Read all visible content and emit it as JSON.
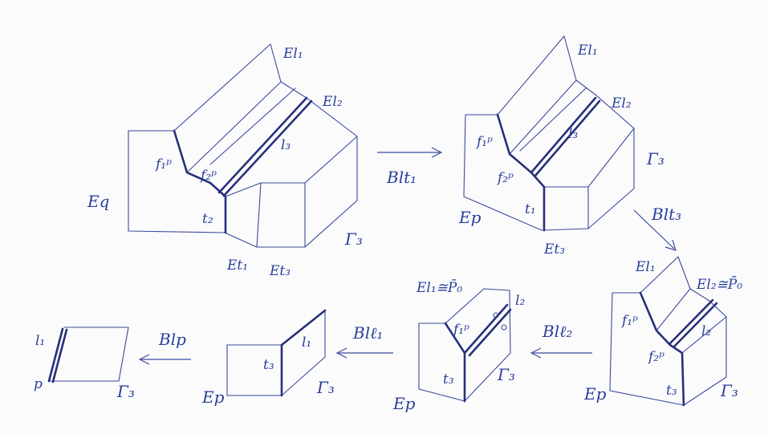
{
  "colors": {
    "ink": "#2a3f9a",
    "paper": "#fbfbfc"
  },
  "fig1": {
    "E_l1": "El₁",
    "E_l2": "El₂",
    "l3": "l₃",
    "f1": "f₁ᵖ",
    "f2": "f₂ᵖ",
    "Eq": "Eq",
    "t2": "t₂",
    "Et1": "Et₁",
    "Et3": "Et₃",
    "G3": "Γ₃"
  },
  "arrow1": {
    "label": "Blt₁"
  },
  "fig2": {
    "E_l1": "El₁",
    "E_l2": "El₂",
    "l3": "l₃",
    "f1": "f₁ᵖ",
    "f2": "f₂ᵖ",
    "G3": "Γ₃",
    "Ep": "Ep",
    "t1": "t₁",
    "Et3": "Et₃"
  },
  "arrow2": {
    "label": "Blt₃"
  },
  "fig3": {
    "E_l1": "El₁",
    "E_l2": "El₂≅P̄₀",
    "f1": "f₁ᵖ",
    "f2": "f₂ᵖ",
    "l2": "l₂",
    "Ep": "Ep",
    "t3": "t₃",
    "G3": "Γ₃"
  },
  "arrow3": {
    "label": "Blℓ₂"
  },
  "fig4": {
    "E_l1": "El₁≅P̄₀",
    "l2": "l₂",
    "f1": "f₁ᵖ",
    "t3": "t₃",
    "G3": "Γ₃",
    "Ep": "Ep"
  },
  "arrow4": {
    "label": "Blℓ₁"
  },
  "fig5": {
    "t3": "t₃",
    "l1": "l₁",
    "G3": "Γ₃",
    "Ep": "Ep"
  },
  "arrow5": {
    "label": "Blp"
  },
  "fig6": {
    "l1": "l₁",
    "p": "p",
    "G3": "Γ₃"
  }
}
